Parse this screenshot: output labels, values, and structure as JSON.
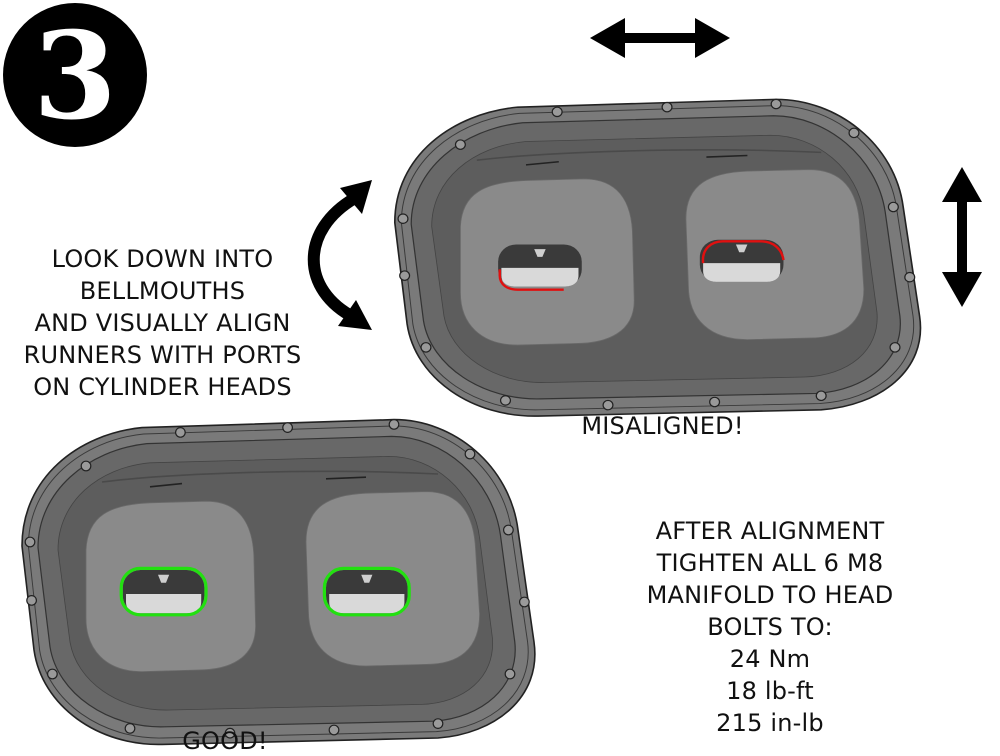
{
  "step": {
    "number": "3"
  },
  "instruction": {
    "text": "LOOK DOWN INTO\nBELLMOUTHS\nAND VISUALLY ALIGN\nRUNNERS WITH PORTS\nON CYLINDER HEADS"
  },
  "examples": {
    "misaligned_label": "MISALIGNED!",
    "good_label": "GOOD!"
  },
  "torque": {
    "text": "AFTER ALIGNMENT\nTIGHTEN ALL 6 M8\nMANIFOLD TO HEAD\nBOLTS TO:\n24 Nm\n18 lb-ft\n215 in-lb"
  },
  "colors": {
    "misaligned_highlight": "#e01010",
    "good_highlight": "#22e010",
    "manifold_body": "#6e6e6e",
    "arrow": "#000000"
  },
  "icons": [
    "step-circle-icon",
    "rotate-arrow-icon",
    "horizontal-arrow-icon",
    "vertical-arrow-icon"
  ]
}
